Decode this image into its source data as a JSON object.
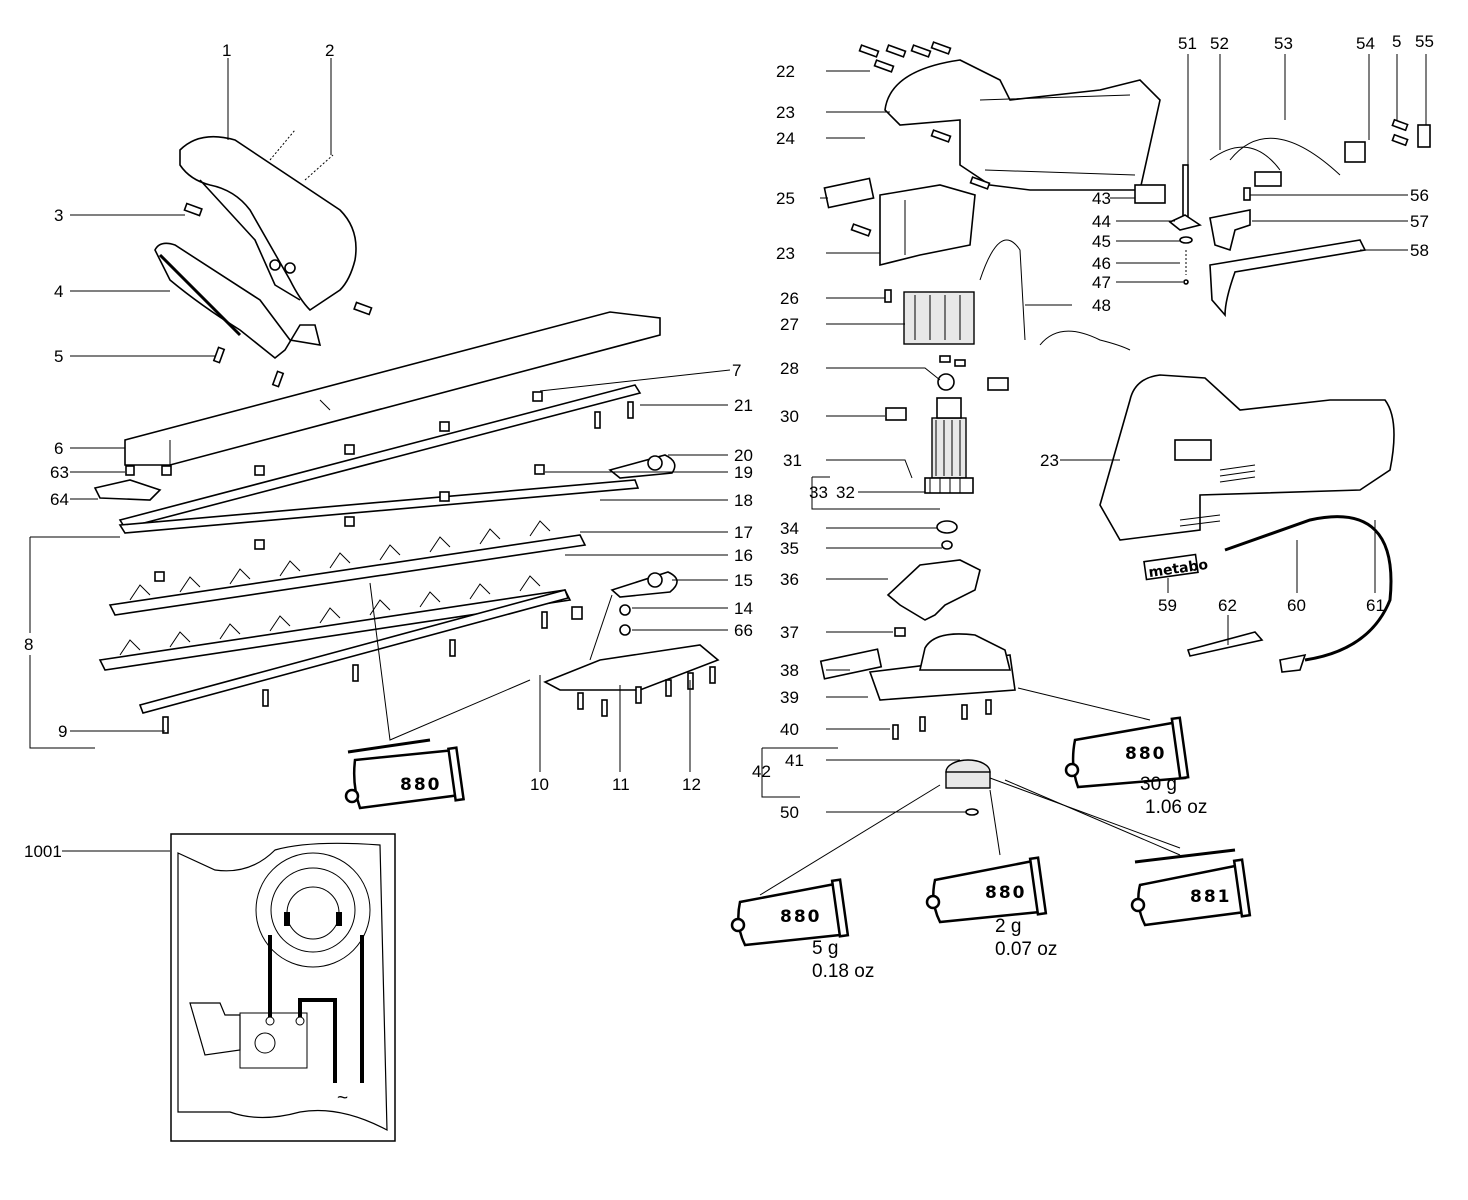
{
  "title": "Hedge trimmer exploded parts diagram",
  "brand_label": "metabo",
  "callouts": [
    {
      "id": "c1",
      "text": "1"
    },
    {
      "id": "c2",
      "text": "2"
    },
    {
      "id": "c3",
      "text": "3"
    },
    {
      "id": "c4",
      "text": "4"
    },
    {
      "id": "c5a",
      "text": "5"
    },
    {
      "id": "c6",
      "text": "6"
    },
    {
      "id": "c7",
      "text": "7"
    },
    {
      "id": "c8",
      "text": "8"
    },
    {
      "id": "c9",
      "text": "9"
    },
    {
      "id": "c10",
      "text": "10"
    },
    {
      "id": "c11",
      "text": "11"
    },
    {
      "id": "c12",
      "text": "12"
    },
    {
      "id": "c14",
      "text": "14"
    },
    {
      "id": "c15",
      "text": "15"
    },
    {
      "id": "c16",
      "text": "16"
    },
    {
      "id": "c17",
      "text": "17"
    },
    {
      "id": "c18",
      "text": "18"
    },
    {
      "id": "c19",
      "text": "19"
    },
    {
      "id": "c20",
      "text": "20"
    },
    {
      "id": "c21",
      "text": "21"
    },
    {
      "id": "c63",
      "text": "63"
    },
    {
      "id": "c64",
      "text": "64"
    },
    {
      "id": "c66",
      "text": "66"
    },
    {
      "id": "c22",
      "text": "22"
    },
    {
      "id": "c23a",
      "text": "23"
    },
    {
      "id": "c24",
      "text": "24"
    },
    {
      "id": "c25",
      "text": "25"
    },
    {
      "id": "c23b",
      "text": "23"
    },
    {
      "id": "c26",
      "text": "26"
    },
    {
      "id": "c27",
      "text": "27"
    },
    {
      "id": "c28",
      "text": "28"
    },
    {
      "id": "c30",
      "text": "30"
    },
    {
      "id": "c31",
      "text": "31"
    },
    {
      "id": "c32",
      "text": "32"
    },
    {
      "id": "c33",
      "text": "33"
    },
    {
      "id": "c34",
      "text": "34"
    },
    {
      "id": "c35",
      "text": "35"
    },
    {
      "id": "c36",
      "text": "36"
    },
    {
      "id": "c37",
      "text": "37"
    },
    {
      "id": "c38",
      "text": "38"
    },
    {
      "id": "c39",
      "text": "39"
    },
    {
      "id": "c40",
      "text": "40"
    },
    {
      "id": "c41",
      "text": "41"
    },
    {
      "id": "c42",
      "text": "42"
    },
    {
      "id": "c50",
      "text": "50"
    },
    {
      "id": "c43",
      "text": "43"
    },
    {
      "id": "c44",
      "text": "44"
    },
    {
      "id": "c45",
      "text": "45"
    },
    {
      "id": "c46",
      "text": "46"
    },
    {
      "id": "c47",
      "text": "47"
    },
    {
      "id": "c48",
      "text": "48"
    },
    {
      "id": "c51",
      "text": "51"
    },
    {
      "id": "c52",
      "text": "52"
    },
    {
      "id": "c53",
      "text": "53"
    },
    {
      "id": "c54",
      "text": "54"
    },
    {
      "id": "c5b",
      "text": "5"
    },
    {
      "id": "c55",
      "text": "55"
    },
    {
      "id": "c56",
      "text": "56"
    },
    {
      "id": "c57",
      "text": "57"
    },
    {
      "id": "c58",
      "text": "58"
    },
    {
      "id": "c23c",
      "text": "23"
    },
    {
      "id": "c59",
      "text": "59"
    },
    {
      "id": "c60",
      "text": "60"
    },
    {
      "id": "c61",
      "text": "61"
    },
    {
      "id": "c62",
      "text": "62"
    },
    {
      "id": "c1001",
      "text": "1001"
    }
  ],
  "lubricant_tubes": [
    {
      "code": "880",
      "qty_g": "",
      "qty_oz": ""
    },
    {
      "code": "880",
      "qty_g": "30 g",
      "qty_oz": "1.06 oz"
    },
    {
      "code": "880",
      "qty_g": "5 g",
      "qty_oz": "0.18 oz"
    },
    {
      "code": "880",
      "qty_g": "2 g",
      "qty_oz": "0.07 oz"
    },
    {
      "code": "881",
      "qty_g": "",
      "qty_oz": ""
    }
  ],
  "wiring_symbol": "~"
}
